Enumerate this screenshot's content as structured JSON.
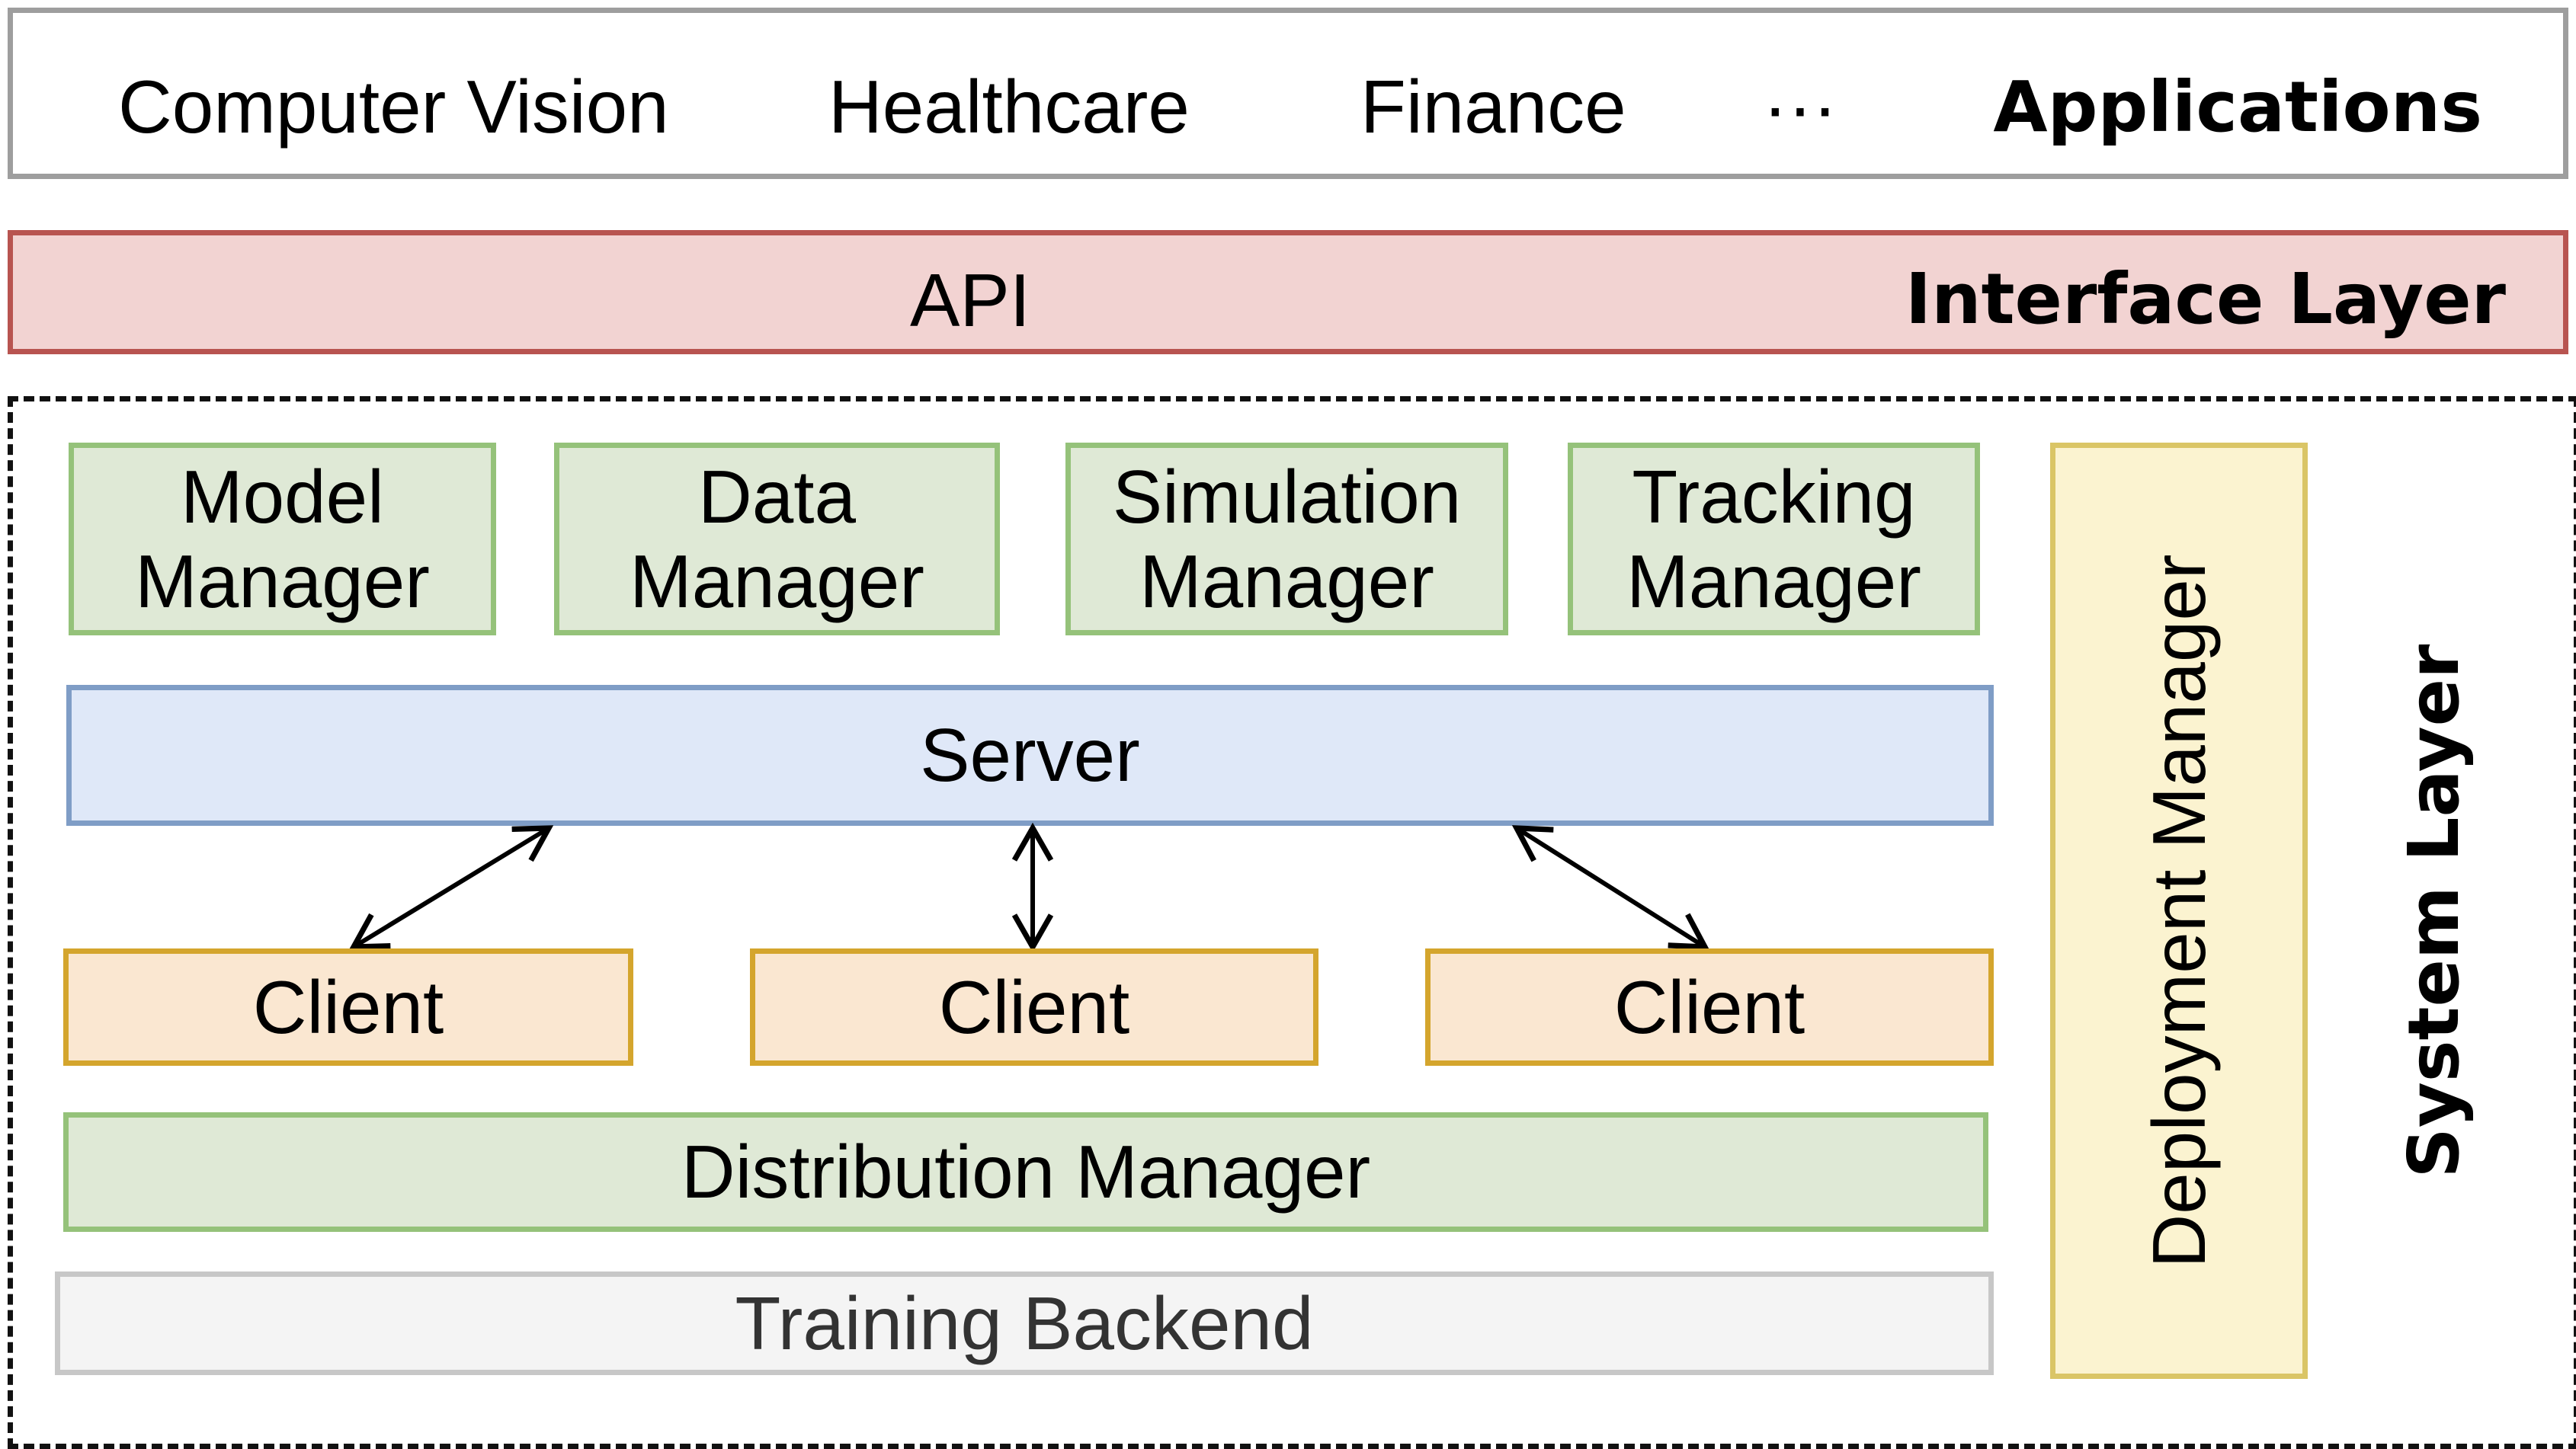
{
  "applications": {
    "items": [
      "Computer Vision",
      "Healthcare",
      "Finance",
      "···"
    ],
    "layer_label": "Applications"
  },
  "interface": {
    "api_label": "API",
    "layer_label": "Interface Layer"
  },
  "system": {
    "layer_label": "System Layer",
    "managers": [
      {
        "line1": "Model",
        "line2": "Manager"
      },
      {
        "line1": "Data",
        "line2": "Manager"
      },
      {
        "line1": "Simulation",
        "line2": "Manager"
      },
      {
        "line1": "Tracking",
        "line2": "Manager"
      }
    ],
    "server_label": "Server",
    "clients": [
      "Client",
      "Client",
      "Client"
    ],
    "distribution_label": "Distribution Manager",
    "backend_label": "Training Backend",
    "deployment_label": "Deployment Manager"
  },
  "colors": {
    "interface_fill": "#f2d3d2",
    "interface_border": "#b85450",
    "manager_fill": "#dfe9d6",
    "manager_border": "#95c27a",
    "server_fill": "#dfe8f8",
    "server_border": "#7f9dc6",
    "client_fill": "#fae7d1",
    "client_border": "#d4a52d",
    "deployment_fill": "#fbf3d0",
    "deployment_border": "#dac566",
    "backend_fill": "#f4f4f4",
    "backend_border": "#c7c7c7"
  }
}
